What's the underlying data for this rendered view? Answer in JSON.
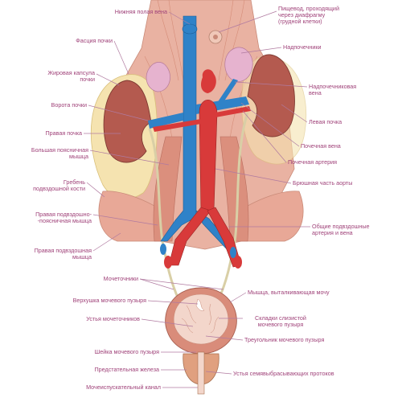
{
  "colors": {
    "label": "#a0437a",
    "leader": "#b07aa0",
    "vein": "#2f82c8",
    "artery": "#d83a3a",
    "kidney": "#b45a4f",
    "muscle": "#e29a8a",
    "fat": "#f5e3b0",
    "gland": "#e6b3cf",
    "bladder": "#d98c7a",
    "ureter": "#d9cfa6"
  },
  "labels": {
    "inferior_vena_cava": "Нижняя полая вена",
    "esophagus_1": "Пищевод, проходящий",
    "esophagus_2": "через диафрагму",
    "esophagus_3": "(грудной клетки)",
    "renal_fascia": "Фасция почки",
    "adrenal_gland": "Надпочечники",
    "fat_capsule_1": "Жировая капсула",
    "fat_capsule_2": "почки",
    "adrenal_vein_1": "Надпочечниковая",
    "adrenal_vein_2": "вена",
    "renal_hilum": "Ворота почки",
    "left_kidney": "Левая почка",
    "right_kidney": "Правая почка",
    "renal_vein": "Почечная вена",
    "psoas_major_1": "Большая поясничная",
    "psoas_major_2": "мышца",
    "renal_artery": "Почечная артерия",
    "iliac_crest_1": "Гребень",
    "iliac_crest_2": "подвздошной кости",
    "abdominal_aorta": "Брюшная часть аорты",
    "iliopsoas_1": "Правая подвздошно-",
    "iliopsoas_2": "-поясничная мышца",
    "common_iliac_1": "Общие подвздошные",
    "common_iliac_2": "артерия и вена",
    "iliacus_1": "Правая подвздошная",
    "iliacus_2": "мышца",
    "ureters": "Мочеточники",
    "detrusor": "Мышца, выталкивающая мочу",
    "bladder_apex": "Верхушка мочевого пузыря",
    "mucosal_folds_1": "Складки слизистой",
    "mucosal_folds_2": "мочевого пузыря",
    "ureter_orifices": "Устья мочеточников",
    "trigone": "Треугольник мочевого пузыря",
    "bladder_neck": "Шейка мочевого пузыря",
    "prostate": "Предстательная железа",
    "ejaculatory_ducts": "Устья семявыбрасывающих протоков",
    "urethra": "Мочеиспускательный канал"
  }
}
